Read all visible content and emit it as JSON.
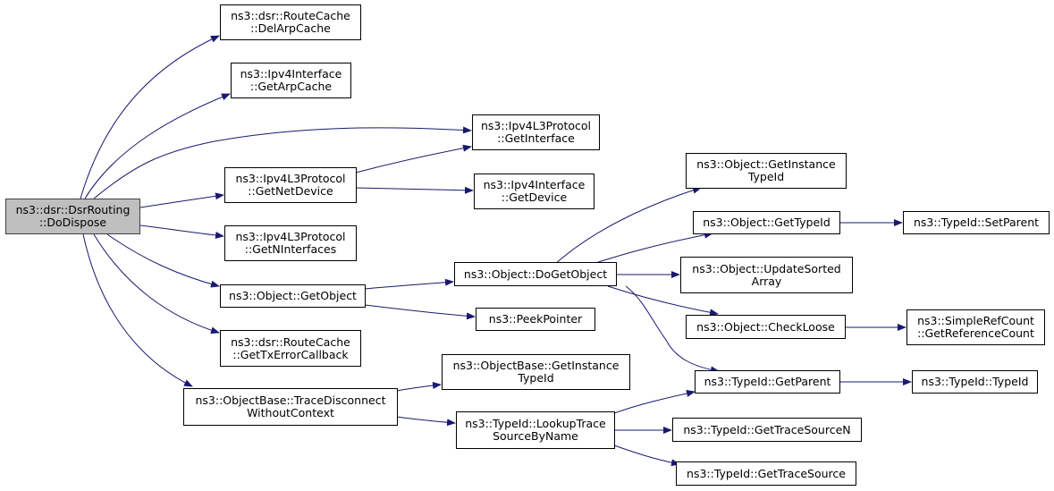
{
  "nodes": {
    "root": [
      "ns3::dsr::DsrRouting",
      "::DoDispose"
    ],
    "delArp": [
      "ns3::dsr::RouteCache",
      "::DelArpCache"
    ],
    "ipv4ifGetArp": [
      "ns3::Ipv4Interface",
      "::GetArpCache"
    ],
    "l3GetInterface": [
      "ns3::Ipv4L3Protocol",
      "::GetInterface"
    ],
    "l3GetNetDevice": [
      "ns3::Ipv4L3Protocol",
      "::GetNetDevice"
    ],
    "ipv4ifGetDevice": [
      "ns3::Ipv4Interface",
      "::GetDevice"
    ],
    "l3GetNInterfaces": [
      "ns3::Ipv4L3Protocol",
      "::GetNInterfaces"
    ],
    "objGetObject": [
      "ns3::Object::GetObject"
    ],
    "objDoGetObject": [
      "ns3::Object::DoGetObject"
    ],
    "peekPointer": [
      "ns3::PeekPointer"
    ],
    "getTxErr": [
      "ns3::dsr::RouteCache",
      "::GetTxErrorCallback"
    ],
    "traceDisconnect": [
      "ns3::ObjectBase::TraceDisconnect",
      "WithoutContext"
    ],
    "obGetInstanceTypeId": [
      "ns3::ObjectBase::GetInstance",
      "TypeId"
    ],
    "lookupTrace": [
      "ns3::TypeId::LookupTrace",
      "SourceByName"
    ],
    "objGetInstanceTypeId": [
      "ns3::Object::GetInstance",
      "TypeId"
    ],
    "objGetTypeId": [
      "ns3::Object::GetTypeId"
    ],
    "updateSorted": [
      "ns3::Object::UpdateSorted",
      "Array"
    ],
    "checkLoose": [
      "ns3::Object::CheckLoose"
    ],
    "getParent": [
      "ns3::TypeId::GetParent"
    ],
    "getTraceSourceN": [
      "ns3::TypeId::GetTraceSourceN"
    ],
    "getTraceSource": [
      "ns3::TypeId::GetTraceSource"
    ],
    "setParent": [
      "ns3::TypeId::SetParent"
    ],
    "getRefCount": [
      "ns3::SimpleRefCount",
      "::GetReferenceCount"
    ],
    "typeIdCtor": [
      "ns3::TypeId::TypeId"
    ]
  },
  "edges": [
    [
      "root",
      "delArp"
    ],
    [
      "root",
      "ipv4ifGetArp"
    ],
    [
      "root",
      "l3GetInterface"
    ],
    [
      "root",
      "l3GetNetDevice"
    ],
    [
      "root",
      "l3GetNInterfaces"
    ],
    [
      "root",
      "objGetObject"
    ],
    [
      "root",
      "getTxErr"
    ],
    [
      "root",
      "traceDisconnect"
    ],
    [
      "l3GetNetDevice",
      "l3GetInterface"
    ],
    [
      "l3GetNetDevice",
      "ipv4ifGetDevice"
    ],
    [
      "objGetObject",
      "objDoGetObject"
    ],
    [
      "objGetObject",
      "peekPointer"
    ],
    [
      "objDoGetObject",
      "objGetInstanceTypeId"
    ],
    [
      "objDoGetObject",
      "objGetTypeId"
    ],
    [
      "objDoGetObject",
      "updateSorted"
    ],
    [
      "objDoGetObject",
      "checkLoose"
    ],
    [
      "objDoGetObject",
      "getParent"
    ],
    [
      "objGetTypeId",
      "setParent"
    ],
    [
      "checkLoose",
      "getRefCount"
    ],
    [
      "getParent",
      "typeIdCtor"
    ],
    [
      "traceDisconnect",
      "obGetInstanceTypeId"
    ],
    [
      "traceDisconnect",
      "lookupTrace"
    ],
    [
      "lookupTrace",
      "getParent"
    ],
    [
      "lookupTrace",
      "getTraceSourceN"
    ],
    [
      "lookupTrace",
      "getTraceSource"
    ]
  ],
  "colors": {
    "edge": "#191970",
    "node_border": "#000000",
    "root_fill": "#bfbfbf"
  }
}
